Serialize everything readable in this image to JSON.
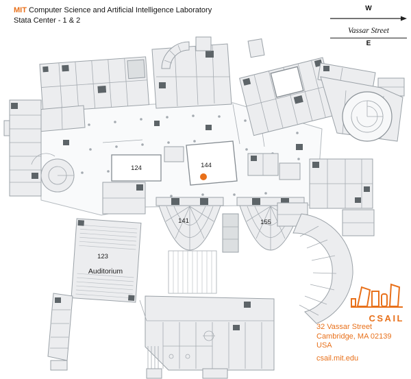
{
  "colors": {
    "accent_orange": "#e8701a",
    "plan_line": "#9aa1a7",
    "plan_fill": "#ecedef"
  },
  "header": {
    "mit": "MIT",
    "title": "Computer Science and Artificial Intelligence Laboratory",
    "subtitle": "Stata Center - 1 & 2"
  },
  "compass": {
    "west": "W",
    "east": "E",
    "street": "Vassar Street"
  },
  "rooms": {
    "r124": "124",
    "r144": "144",
    "r141": "141",
    "r155": "155",
    "r123": "123",
    "auditorium": "Auditorium"
  },
  "footer": {
    "logo_text": "CSAIL",
    "address_line1": "32 Vassar Street",
    "address_line2": "Cambridge, MA 02139",
    "address_line3": "USA",
    "website": "csail.mit.edu"
  }
}
